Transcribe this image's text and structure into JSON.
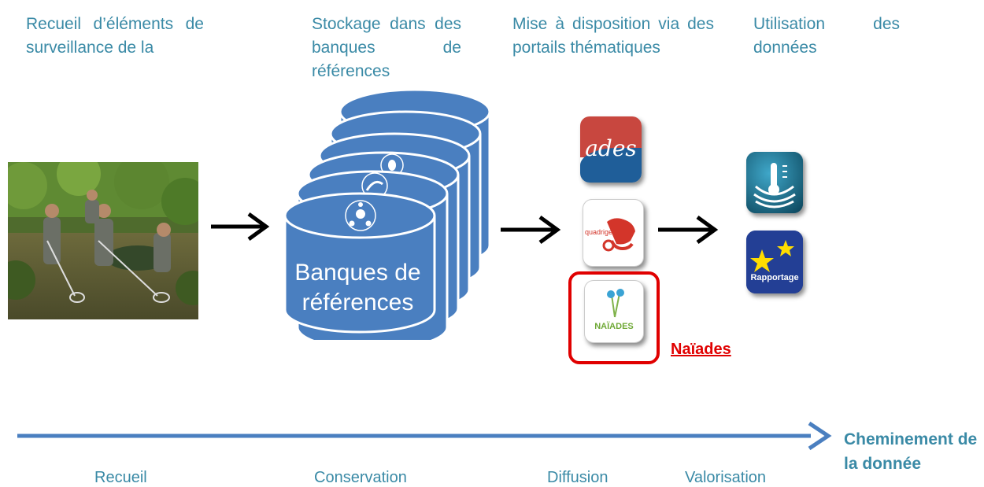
{
  "stages": [
    {
      "heading": "Recueil d’éléments de surveillance de la",
      "label": "Recueil"
    },
    {
      "heading": "Stockage dans des banques de références",
      "label": "Conservation"
    },
    {
      "heading": "Mise à disposition via des portails thématiques",
      "label": "Diffusion"
    },
    {
      "heading": "Utilisation des données",
      "label": "Valorisation"
    }
  ],
  "database": {
    "label": "Banques de références"
  },
  "portals": {
    "ades": "ades",
    "quadrige": "quadrige",
    "naiades": "NAÏADES",
    "highlight_label": "Naïades"
  },
  "valorisation": {
    "rapportage": "Rapportage"
  },
  "flow": {
    "title": "Cheminement de la donnée",
    "color": "#4a7fc0"
  },
  "colors": {
    "text": "#3a8aa6",
    "cylinder": "#4a7fc0",
    "highlight": "#e00000"
  }
}
